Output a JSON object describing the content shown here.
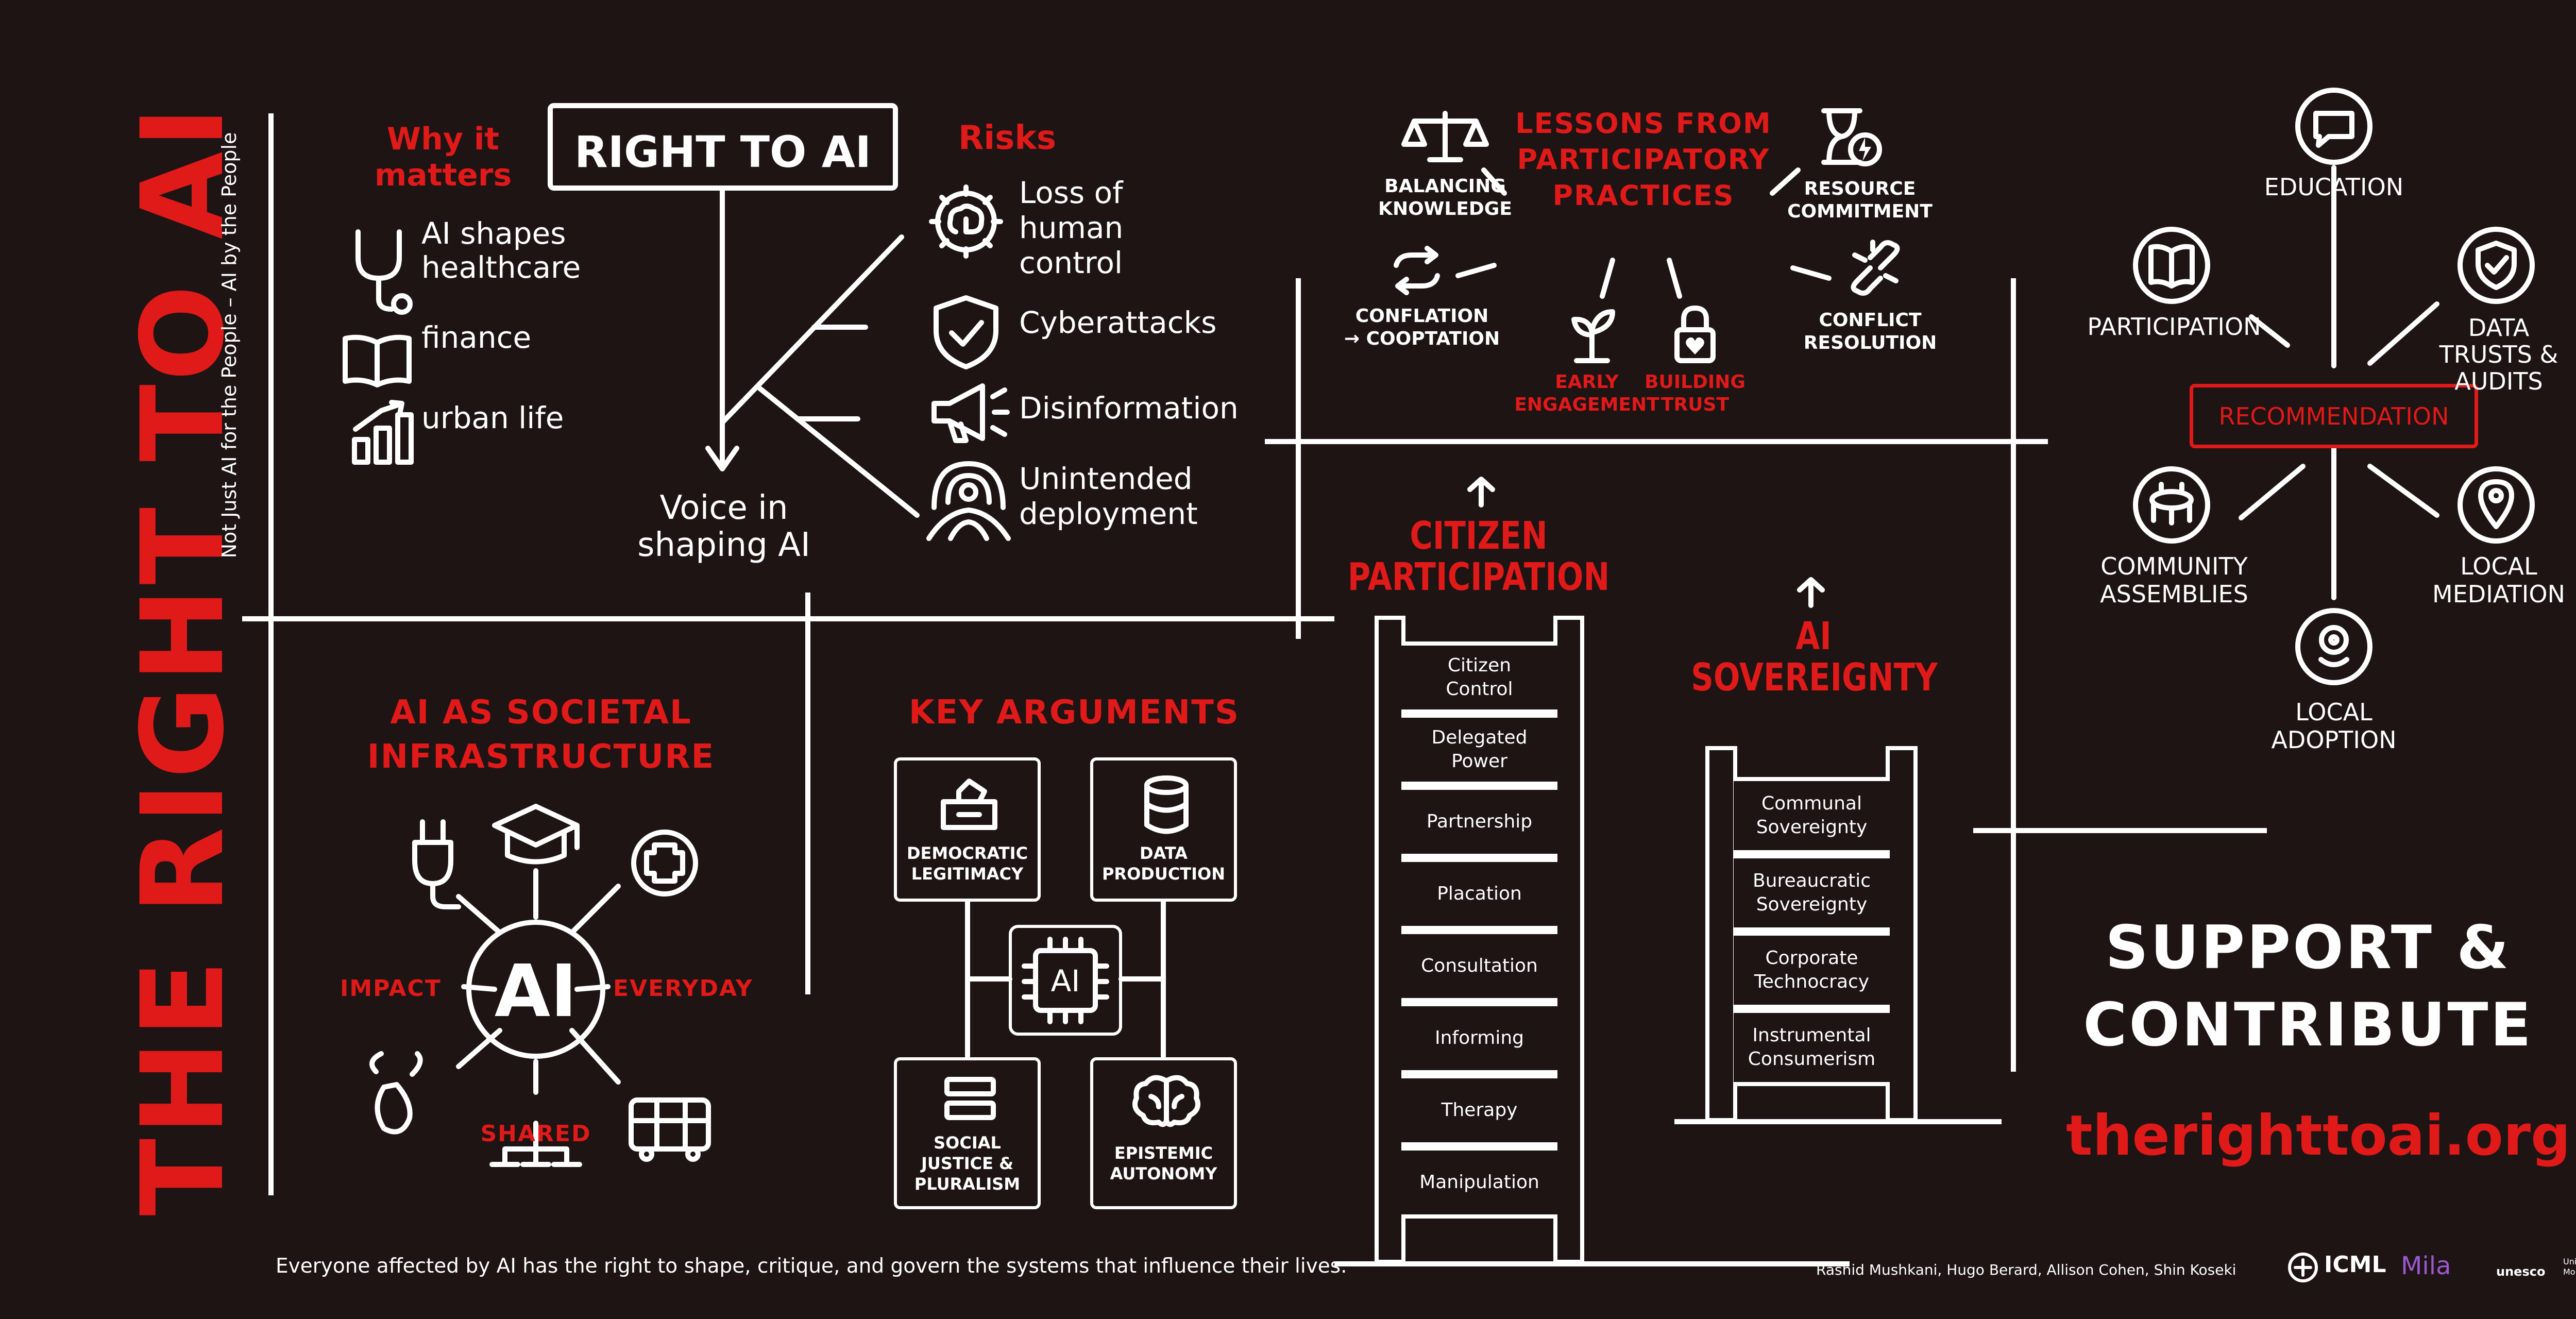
{
  "vertical_title": "THE RIGHT TO AI",
  "vertical_subtitle": "Not Just AI for the People – AI by the People",
  "right_to_ai": {
    "title": "RIGHT TO AI",
    "voice": "Voice in\nshaping AI",
    "why_title": "Why it\nmatters",
    "why_items": [
      "AI shapes\nhealthcare",
      "finance",
      "urban life"
    ],
    "risks_title": "Risks",
    "risks": [
      "Loss of\nhuman\ncontrol",
      "Cyberattacks",
      "Disinformation",
      "Unintended\ndeployment"
    ]
  },
  "infrastructure": {
    "title": "AI AS SOCIETAL\nINFRASTRUCTURE",
    "center": "AI",
    "impact": "IMPACT",
    "everyday": "EVERYDAY",
    "shared": "SHARED"
  },
  "key_arguments": {
    "title": "KEY ARGUMENTS",
    "cards": [
      "DEMOCRATIC\nLEGITIMACY",
      "DATA\nPRODUCTION",
      "SOCIAL\nJUSTICE &\nPLURALISM",
      "EPISTEMIC\nAUTONOMY"
    ],
    "center": "AI"
  },
  "lessons": {
    "title": "LESSONS FROM\nPARTICIPATORY\nPRACTICES",
    "balancing": "BALANCING\nKNOWLEDGE",
    "conflation": "CONFLATION\n→ COOPTATION",
    "resource": "RESOURCE\nCOMMITMENT",
    "conflict": "CONFLICT\nRESOLUTION",
    "early": "EARLY\nENGAGEMENT",
    "trust": "BUILDING\nTRUST"
  },
  "citizen_participation": {
    "title": "CITIZEN\nPARTICIPATION",
    "rungs": [
      "Citizen\nControl",
      "Delegated\nPower",
      "Partnership",
      "Placation",
      "Consultation",
      "Informing",
      "Therapy",
      "Manipulation"
    ]
  },
  "ai_sovereignty": {
    "title": "AI\nSOVEREIGNTY",
    "rungs": [
      "Communal\nSovereignty",
      "Bureaucratic\nSovereignty",
      "Corporate\nTechnocracy",
      "Instrumental\nConsumerism"
    ]
  },
  "recommendation": {
    "center": "RECOMMENDATION",
    "education": "EDUCATION",
    "participation": "PARTICIPATION",
    "data_trusts": "DATA\nTRUSTS &\nAUDITS",
    "community": "COMMUNITY\nASSEMBLIES",
    "local_mediation": "LOCAL\nMEDIATION",
    "local_adoption": "LOCAL\nADOPTION"
  },
  "support": {
    "title": "SUPPORT &\nCONTRIBUTE",
    "url": "therighttoai.org"
  },
  "footer": {
    "statement": "Everyone affected by AI has the right to shape, critique, and govern the systems that influence their lives.",
    "authors": "Rashid Mushkani, Hugo Berard, Allison Cohen, Shin Koseki",
    "logos": [
      "ICML",
      "Mila",
      "unesco",
      "Université de Montréal"
    ]
  },
  "colors": {
    "background": "#1e1414",
    "accent": "#e01919",
    "foreground": "#ffffff"
  }
}
